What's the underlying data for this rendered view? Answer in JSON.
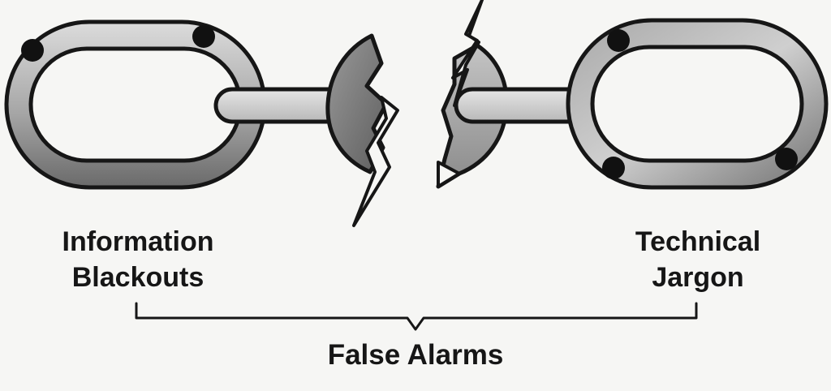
{
  "labels": {
    "left": [
      "Information",
      "Blackouts"
    ],
    "right": [
      "Technical",
      "Jargon"
    ],
    "bottom": "False Alarms"
  },
  "colors": {
    "outline": "#161616",
    "link_light": "#d9d9d9",
    "link_mid": "#a9a9a9",
    "link_dark": "#6e6e6e",
    "background": "#f6f6f4"
  }
}
